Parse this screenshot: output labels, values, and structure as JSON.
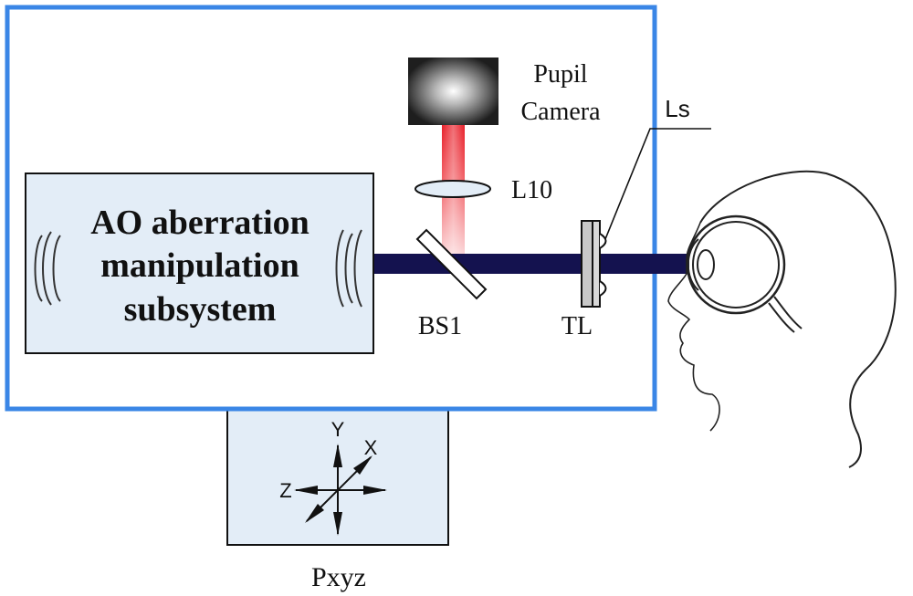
{
  "subsystem": {
    "lines": [
      "AO aberration",
      "manipulation",
      "subsystem"
    ]
  },
  "labels": {
    "pupil_camera": [
      "Pupil",
      "Camera"
    ],
    "lens": "L10",
    "beam_splitter": "BS1",
    "trial_lens": "TL",
    "light_source": "Ls",
    "stage": "Pxyz"
  },
  "axes": {
    "x": "X",
    "y": "Y",
    "z": "Z"
  },
  "colors": {
    "frame_border": "#3a86e6",
    "subsystem_fill": "#e3edf7",
    "stage_fill": "#e3edf7",
    "beam": "#14124f",
    "red_beam": "#e8202a",
    "tl_fill": "#c8c8c8"
  }
}
